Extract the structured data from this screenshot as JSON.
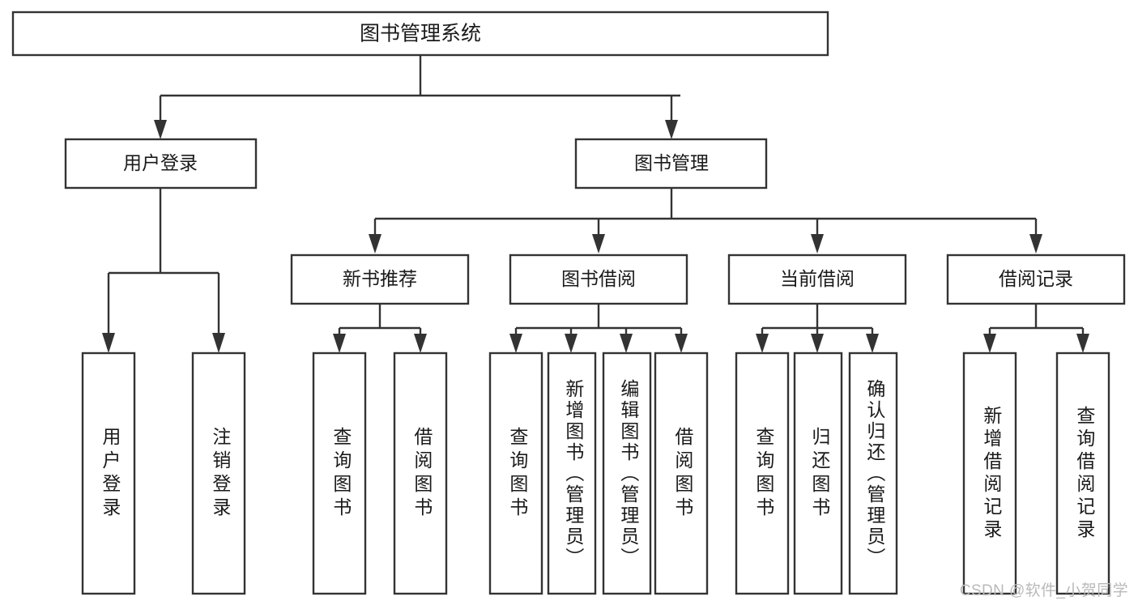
{
  "diagram": {
    "title": "图书管理系统",
    "type": "tree",
    "watermark": "CSDN @软件_小贺同学",
    "colors": {
      "box_stroke": "#333333",
      "box_fill": "#ffffff",
      "text": "#1a1a1a",
      "connector": "#333333",
      "watermark": "#b9b9b9",
      "background": "#ffffff"
    },
    "levels": {
      "root": {
        "label": "图书管理系统"
      },
      "level2": [
        {
          "label": "用户登录"
        },
        {
          "label": "图书管理"
        }
      ],
      "level3": [
        {
          "label": "新书推荐"
        },
        {
          "label": "图书借阅"
        },
        {
          "label": "当前借阅"
        },
        {
          "label": "借阅记录"
        }
      ],
      "leaves": [
        {
          "label": "用户登录"
        },
        {
          "label": "注销登录"
        },
        {
          "label": "查询图书"
        },
        {
          "label": "借阅图书"
        },
        {
          "label": "查询图书"
        },
        {
          "label": "新增图书（管理员）"
        },
        {
          "label": "编辑图书（管理员）"
        },
        {
          "label": "借阅图书"
        },
        {
          "label": "查询图书"
        },
        {
          "label": "归还图书"
        },
        {
          "label": "确认归还（管理员）"
        },
        {
          "label": "新增借阅记录"
        },
        {
          "label": "查询借阅记录"
        }
      ]
    },
    "tree": {
      "root": "图书管理系统",
      "children": [
        {
          "label": "用户登录",
          "children": [
            {
              "label": "用户登录"
            },
            {
              "label": "注销登录"
            }
          ]
        },
        {
          "label": "图书管理",
          "children": [
            {
              "label": "新书推荐",
              "children": [
                {
                  "label": "查询图书"
                },
                {
                  "label": "借阅图书"
                }
              ]
            },
            {
              "label": "图书借阅",
              "children": [
                {
                  "label": "查询图书"
                },
                {
                  "label": "新增图书（管理员）"
                },
                {
                  "label": "编辑图书（管理员）"
                },
                {
                  "label": "借阅图书"
                }
              ]
            },
            {
              "label": "当前借阅",
              "children": [
                {
                  "label": "查询图书"
                },
                {
                  "label": "归还图书"
                },
                {
                  "label": "确认归还（管理员）"
                }
              ]
            },
            {
              "label": "借阅记录",
              "children": [
                {
                  "label": "新增借阅记录"
                },
                {
                  "label": "查询借阅记录"
                }
              ]
            }
          ]
        }
      ]
    }
  }
}
